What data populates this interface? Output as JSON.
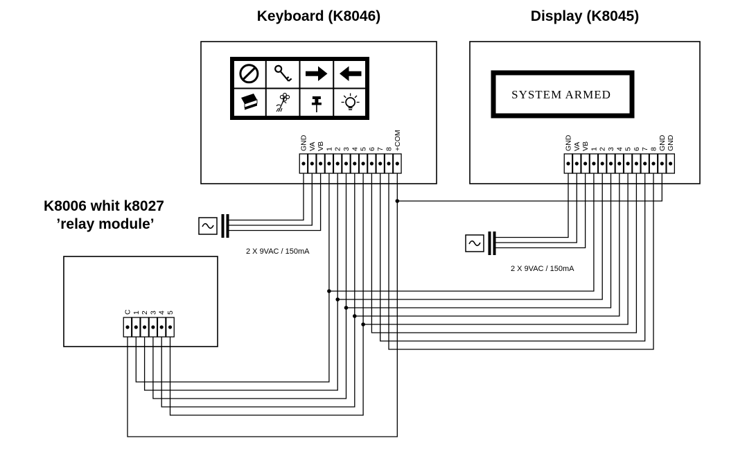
{
  "keyboard": {
    "title": "Keyboard (K8046)",
    "icons": [
      "prohibition",
      "key",
      "arrow-right",
      "arrow-left",
      "book",
      "flower",
      "pushpin",
      "lightbulb"
    ],
    "terminals": [
      "GND",
      "VA",
      "VB",
      "1",
      "2",
      "3",
      "4",
      "5",
      "6",
      "7",
      "8",
      "+COM"
    ],
    "psu_label": "2 X 9VAC / 150mA"
  },
  "display": {
    "title": "Display (K8045)",
    "lcd_text": "SYSTEM ARMED",
    "terminals": [
      "GND",
      "VA",
      "VB",
      "1",
      "2",
      "3",
      "4",
      "5",
      "6",
      "7",
      "8",
      "GND",
      "GND"
    ],
    "psu_label": "2 X 9VAC / 150mA"
  },
  "relay": {
    "label_line1": "K8006 whit k8027",
    "label_line2": "’relay module’",
    "terminals": [
      "C",
      "1",
      "2",
      "3",
      "4",
      "5"
    ]
  },
  "colors": {
    "line": "#000000",
    "background": "#ffffff"
  }
}
